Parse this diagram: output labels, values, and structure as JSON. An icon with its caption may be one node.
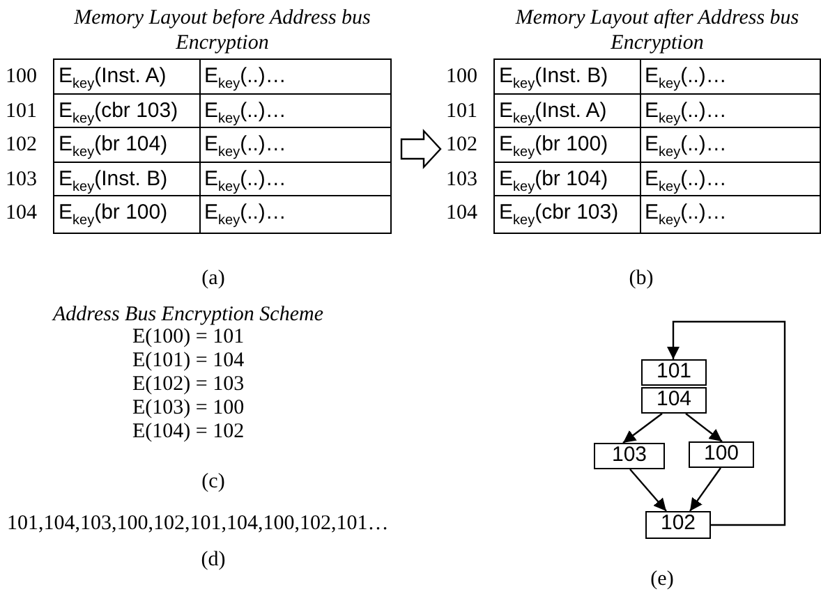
{
  "diagram": {
    "nodes": [
      {
        "text": [
          "Memory Layout before Address bus Encryption"
        ]
      },
      {
        "text": [
          "E$_{key}$(Inst. A)"
        ],
        "in": 0,
        "beside": [
          "100"
        ]
      },
      {
        "text": [
          "E$_{key}$(..)…"
        ],
        "in": 0
      },
      {
        "text": [
          "E$_{key}$(cbr 103)"
        ],
        "in": 0,
        "beside": [
          "101"
        ]
      },
      {
        "text": [
          "E$_{key}$(..)…"
        ],
        "in": 0
      },
      {
        "text": [
          "E$_{key}$(br 104)"
        ],
        "in": 0,
        "beside": [
          "102"
        ]
      },
      {
        "text": [
          "E$_{key}$(..)…"
        ],
        "in": 0
      },
      {
        "text": [
          "E$_{key}$(Inst. B)"
        ],
        "in": 0,
        "beside": [
          "103"
        ]
      },
      {
        "text": [
          "E$_{key}$(..)…"
        ],
        "in": 0
      },
      {
        "text": [
          "E$_{key}$(br 100)"
        ],
        "in": 0,
        "beside": [
          "104"
        ]
      },
      {
        "text": [
          "E$_{key}$(..)…"
        ],
        "in": 0
      },
      {
        "text": [
          "Memory Layout after Address bus Encryption"
        ]
      },
      {
        "text": [
          "E$_{key}$(Inst. B)"
        ],
        "in": 11,
        "beside": [
          "100"
        ]
      },
      {
        "text": [
          "E$_{key}$(..)…"
        ],
        "in": 11
      },
      {
        "text": [
          "E$_{key}$(Inst. A)"
        ],
        "in": 11,
        "beside": [
          "101"
        ]
      },
      {
        "text": [
          "E$_{key}$(..)…"
        ],
        "in": 11
      },
      {
        "text": [
          "E$_{key}$(br 100)"
        ],
        "in": 11,
        "beside": [
          "102"
        ]
      },
      {
        "text": [
          "E$_{key}$(..)…"
        ],
        "in": 11
      },
      {
        "text": [
          "E$_{key}$(br 104)"
        ],
        "in": 11,
        "beside": [
          "103"
        ]
      },
      {
        "text": [
          "E$_{key}$(..)…"
        ],
        "in": 11
      },
      {
        "text": [
          "E$_{key}$(cbr 103)"
        ],
        "in": 11,
        "beside": [
          "104"
        ]
      },
      {
        "text": [
          "E$_{key}$(..)…"
        ],
        "in": 11
      },
      {
        "text": [
          "101"
        ]
      },
      {
        "text": [
          "104"
        ]
      },
      {
        "text": [
          "103"
        ]
      },
      {
        "text": [
          "100"
        ]
      },
      {
        "text": [
          "102"
        ]
      }
    ],
    "edges": [
      {
        "from": 0,
        "to": 11,
        "arrow": "to"
      },
      {
        "from": 23,
        "to": 24,
        "arrow": "to"
      },
      {
        "from": 23,
        "to": 25,
        "arrow": "to"
      },
      {
        "from": 24,
        "to": 26,
        "arrow": "to"
      },
      {
        "from": 25,
        "to": 26,
        "arrow": "to"
      },
      {
        "from": 26,
        "to": 22,
        "arrow": "to"
      }
    ],
    "labels": [
      "(a)",
      "(b)",
      "Address Bus Encryption Scheme",
      "E(100) = 101",
      "E(101) = 104",
      "E(102) = 103",
      "E(103) = 100",
      "E(104) = 102",
      "(c)",
      "101,104,103,100,102,101,104,100,102,101…",
      "(d)",
      "(e)"
    ]
  }
}
